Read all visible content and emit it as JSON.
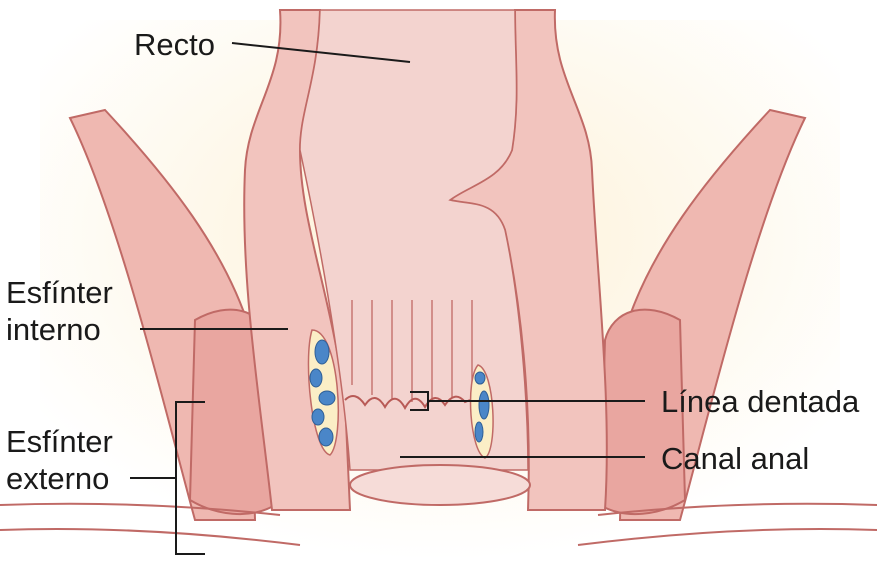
{
  "labels": {
    "recto": "Recto",
    "esfinter_interno_1": "Esfínter",
    "esfinter_interno_2": "interno",
    "esfinter_externo_1": "Esfínter",
    "esfinter_externo_2": "externo",
    "linea_dentada": "Línea dentada",
    "canal_anal": "Canal anal"
  },
  "colors": {
    "tissue": "#f2c4be",
    "tissue_dark": "#dc8e88",
    "lumen": "#f3d3cf",
    "outline": "#c06a66",
    "vein": "#4a86c8",
    "fat": "#fbeec6"
  }
}
